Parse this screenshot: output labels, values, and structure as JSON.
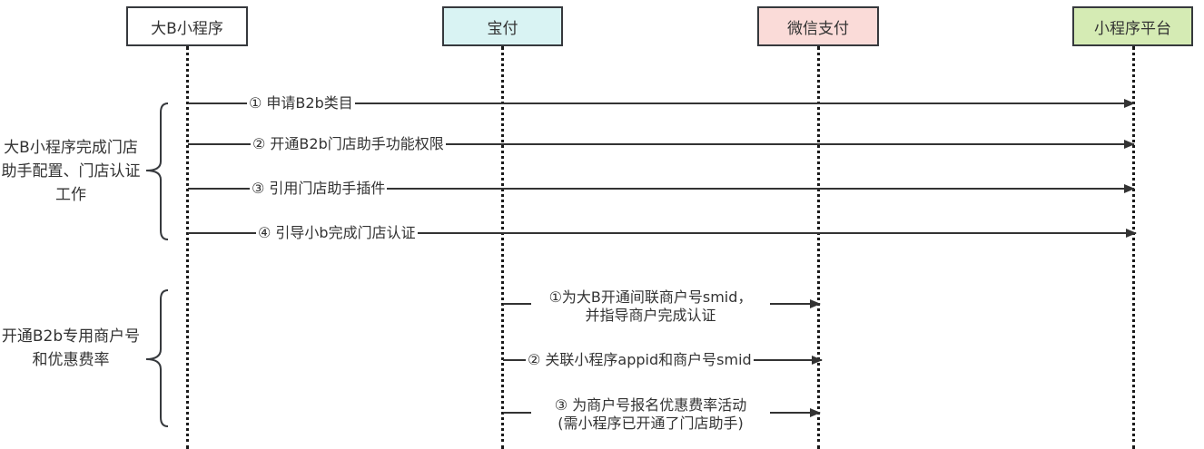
{
  "participants": [
    {
      "id": "bigb",
      "label": "大B小程序",
      "color": "#ffffff"
    },
    {
      "id": "baofu",
      "label": "宝付",
      "color": "#d9f3f3"
    },
    {
      "id": "wechatpay",
      "label": "微信支付",
      "color": "#fadbd8"
    },
    {
      "id": "platform",
      "label": "小程序平台",
      "color": "#d5ebb4"
    }
  ],
  "groups": [
    {
      "label": "大B小程序完成门店助手配置、门店认证工作"
    },
    {
      "label": "开通B2b专用商户号和优惠费率"
    }
  ],
  "messages": [
    {
      "from": "bigb",
      "to": "platform",
      "label": "① 申请B2b类目"
    },
    {
      "from": "bigb",
      "to": "platform",
      "label": "② 开通B2b门店助手功能权限"
    },
    {
      "from": "bigb",
      "to": "platform",
      "label": "③ 引用门店助手插件"
    },
    {
      "from": "bigb",
      "to": "platform",
      "label": "④ 引导小b完成门店认证"
    },
    {
      "from": "baofu",
      "to": "wechatpay",
      "label": "①为大B开通间联商户号smid，\n并指导商户完成认证"
    },
    {
      "from": "baofu",
      "to": "wechatpay",
      "label": "② 关联小程序appid和商户号smid"
    },
    {
      "from": "baofu",
      "to": "wechatpay",
      "label": "③ 为商户号报名优惠费率活动\n(需小程序已开通了门店助手)"
    }
  ]
}
